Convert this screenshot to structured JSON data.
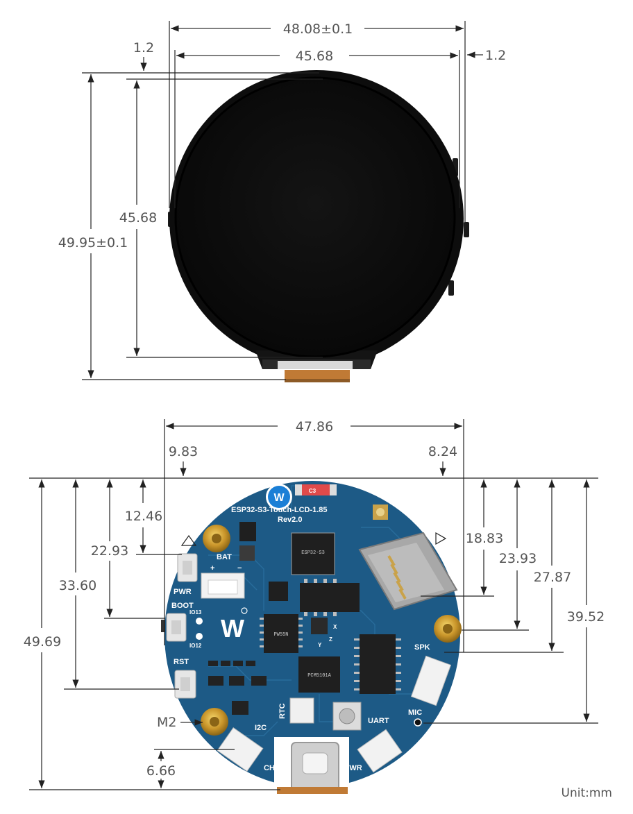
{
  "unit_label": "Unit:mm",
  "top_view": {
    "width_outer": "48.08±0.1",
    "width_screen": "45.68",
    "bezel_left": "1.2",
    "bezel_right": "1.2",
    "height_screen": "45.68",
    "height_outer": "49.95±0.1"
  },
  "bottom_view": {
    "board_width": "47.86",
    "offset_left": "9.83",
    "offset_right": "8.24",
    "dim_12_46": "12.46",
    "dim_22_93": "22.93",
    "dim_33_60": "33.60",
    "dim_49_69": "49.69",
    "dim_18_83": "18.83",
    "dim_23_93": "23.93",
    "dim_27_87": "27.87",
    "dim_39_52": "39.52",
    "mount_hole": "M2",
    "dim_6_66": "6.66"
  },
  "board_labels": {
    "model": "ESP32-S3-Touch-LCD-1.85",
    "revision": "Rev2.0",
    "bat": "BAT",
    "pwr": "PWR",
    "boot": "BOOT",
    "io13": "IO13",
    "io12": "IO12",
    "rst": "RST",
    "rtc": "RTC",
    "i2c": "I2C",
    "chg": "CHG",
    "pwr2": "PWR",
    "uart": "UART",
    "mic": "MIC",
    "spk": "SPK",
    "cap_label": "C3",
    "axis_x": "X",
    "axis_y": "Y",
    "axis_z": "Z",
    "chip_esp": "ESP32-S3",
    "chip_audio": "PCM5101A",
    "chip_mux": "PW55N"
  },
  "colors": {
    "pcb": "#1d5a86",
    "screen": "#111111",
    "fpc": "#c07a35",
    "brass": "#d4a52a"
  }
}
